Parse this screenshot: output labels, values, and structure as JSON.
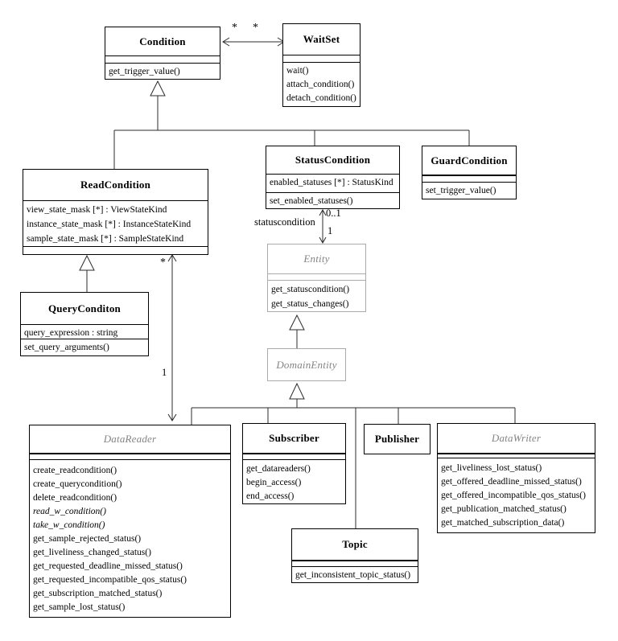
{
  "classes": {
    "condition": {
      "name": "Condition",
      "operations": [
        "get_trigger_value()"
      ]
    },
    "waitset": {
      "name": "WaitSet",
      "operations": [
        "wait()",
        "attach_condition()",
        "detach_condition()"
      ]
    },
    "read_condition": {
      "name": "ReadCondition",
      "attributes": [
        "view_state_mask [*] : ViewStateKind",
        "instance_state_mask [*] : InstanceStateKind",
        "sample_state_mask [*] : SampleStateKind"
      ]
    },
    "status_condition": {
      "name": "StatusCondition",
      "attributes": [
        "enabled_statuses [*] : StatusKind"
      ],
      "operations": [
        "set_enabled_statuses()"
      ]
    },
    "guard_condition": {
      "name": "GuardCondition",
      "operations": [
        "set_trigger_value()"
      ]
    },
    "query_condition": {
      "name": "QueryConditon",
      "attributes": [
        "query_expression : string"
      ],
      "operations": [
        "set_query_arguments()"
      ]
    },
    "entity": {
      "name": "Entity",
      "operations": [
        "get_statuscondition()",
        "get_status_changes()"
      ]
    },
    "domain_entity": {
      "name": "DomainEntity"
    },
    "data_reader": {
      "name": "DataReader",
      "operations": [
        "create_readcondition()",
        "create_querycondition()",
        "delete_readcondition()",
        "read_w_condition()",
        "take_w_condition()",
        "get_sample_rejected_status()",
        "get_liveliness_changed_status()",
        "get_requested_deadline_missed_status()",
        "get_requested_incompatible_qos_status()",
        "get_subscription_matched_status()",
        "get_sample_lost_status()"
      ]
    },
    "subscriber": {
      "name": "Subscriber",
      "operations": [
        "get_datareaders()",
        "begin_access()",
        "end_access()"
      ]
    },
    "publisher": {
      "name": "Publisher"
    },
    "data_writer": {
      "name": "DataWriter",
      "operations": [
        "get_liveliness_lost_status()",
        "get_offered_deadline_missed_status()",
        "get_offered_incompatible_qos_status()",
        "get_publication_matched_status()",
        "get_matched_subscription_data()"
      ]
    },
    "topic": {
      "name": "Topic",
      "operations": [
        "get_inconsistent_topic_status()"
      ]
    }
  },
  "associations": {
    "condition_waitset": {
      "condition_multiplicity": "*",
      "waitset_multiplicity": "*"
    },
    "readcondition_datareader": {
      "readcondition_multiplicity": "*",
      "datareader_multiplicity": "1"
    },
    "statuscondition_entity": {
      "name": "statuscondition",
      "statuscondition_multiplicity": "0..1",
      "entity_multiplicity": "1"
    }
  }
}
